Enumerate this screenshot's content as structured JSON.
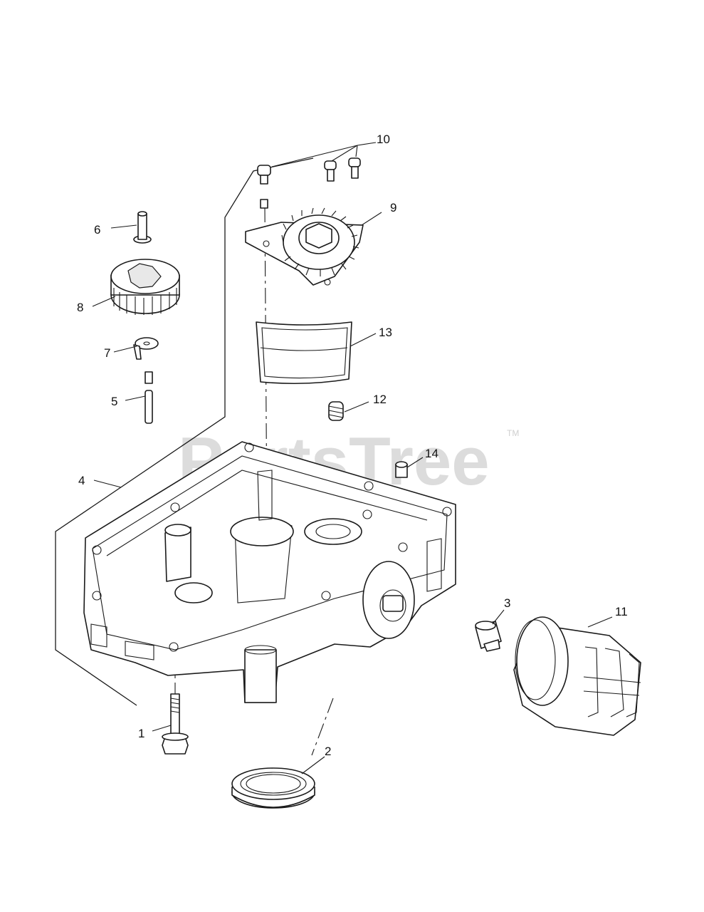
{
  "watermark": {
    "text": "PartsTree",
    "trademark": "TM"
  },
  "callouts": {
    "c1": "1",
    "c2": "2",
    "c3": "3",
    "c4": "4",
    "c5": "5",
    "c6": "6",
    "c7": "7",
    "c8": "8",
    "c9": "9",
    "c10": "10",
    "c11": "11",
    "c12": "12",
    "c13": "13",
    "c14": "14"
  }
}
